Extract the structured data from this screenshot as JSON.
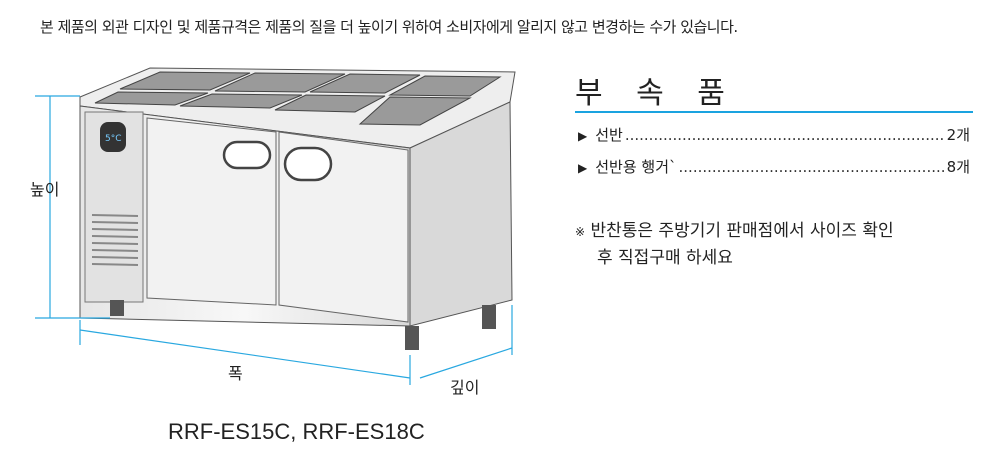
{
  "notice": "본 제품의 외관 디자인 및 제품규격은 제품의 질을 더 높이기 위하여 소비자에게 알리지 않고 변경하는 수가 있습니다.",
  "accessories": {
    "title": "부 속 품",
    "items": [
      {
        "name": "선반",
        "qty": "2개"
      },
      {
        "name": "선반용 행거`",
        "qty": "8개"
      }
    ],
    "note_mark": "※",
    "note_line1": "반찬통은 주방기기 판매점에서 사이즈 확인",
    "note_line2": "후 직접구매 하세요"
  },
  "dimensions": {
    "height": "높이",
    "width": "폭",
    "depth": "깊이"
  },
  "display_text": "5°C",
  "model": "RRF-ES15C, RRF-ES18C",
  "colors": {
    "accent": "#1aa3e0"
  }
}
